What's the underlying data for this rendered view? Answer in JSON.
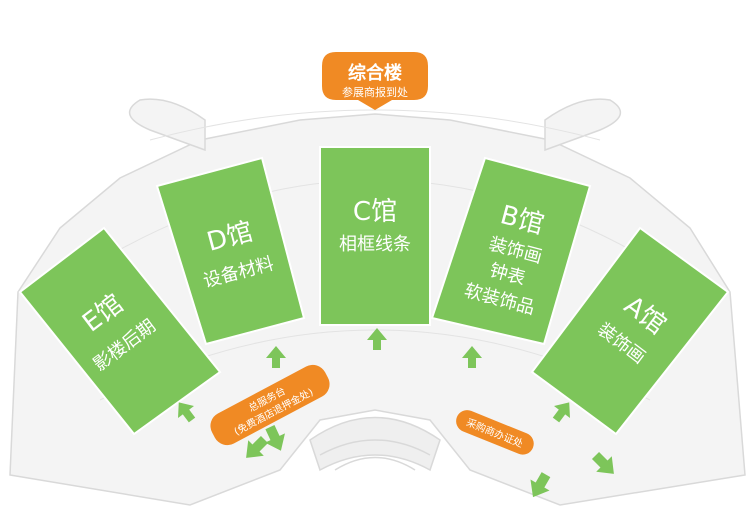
{
  "colors": {
    "hall_green": "#7dc55a",
    "hall_border": "#6aad48",
    "orange": "#f08a24",
    "arrow_green": "#7dc55a",
    "floor": "#f4f4f4",
    "outline": "#d9d9d9",
    "text": "#ffffff"
  },
  "main_building": {
    "title": "综合楼",
    "subtitle": "参展商报到处"
  },
  "halls": {
    "e": {
      "name": "E馆",
      "line1": "影楼后期"
    },
    "d": {
      "name": "D馆",
      "line1": "设备材料"
    },
    "c": {
      "name": "C馆",
      "line1": "相框线条"
    },
    "b": {
      "name": "B馆",
      "line1": "装饰画",
      "line2": "钟表",
      "line3": "软装饰品"
    },
    "a": {
      "name": "A馆",
      "line1": "装饰画"
    }
  },
  "service_desk": {
    "line1": "总服务台",
    "line2": "(免费酒店退押金处)"
  },
  "buyer_desk": {
    "label": "采购商办证处"
  },
  "icons": {
    "entrance_arrow": "arrow-up-icon",
    "exit_arrow": "arrow-diagonal-icon"
  }
}
